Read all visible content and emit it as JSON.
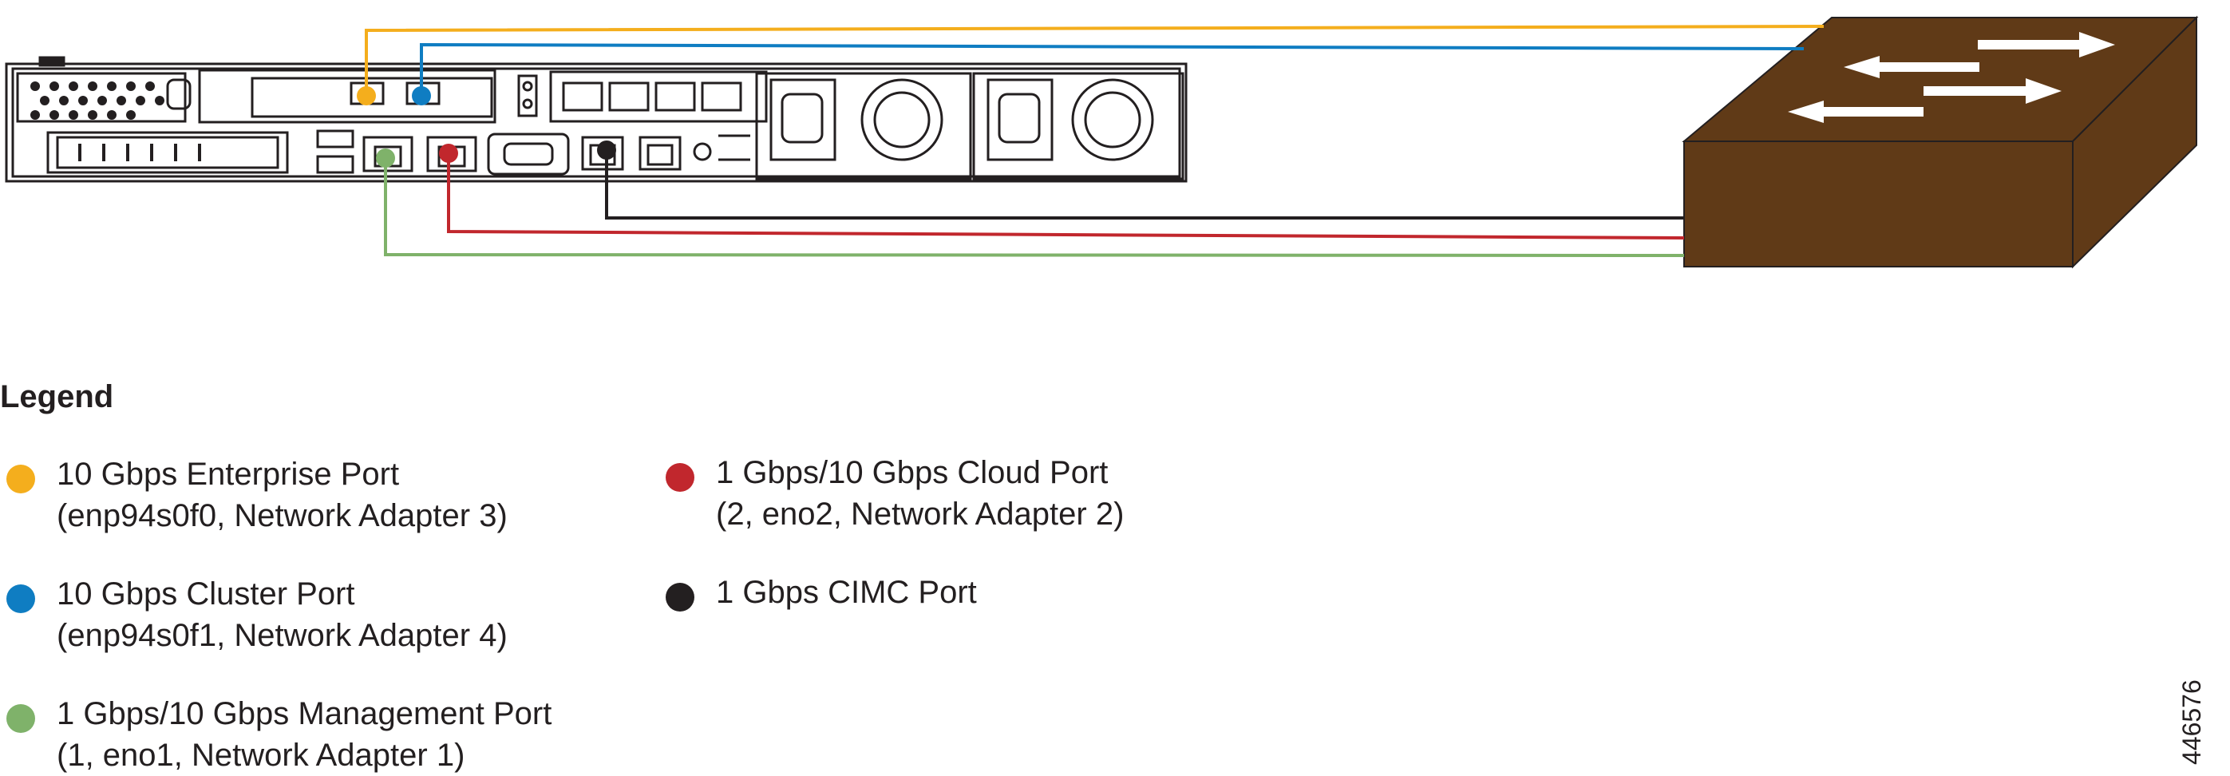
{
  "legend": {
    "title": "Legend",
    "items": [
      {
        "id": "enterprise",
        "color": "#f4ae1d",
        "line1": "10 Gbps Enterprise Port",
        "line2": "(enp94s0f0, Network Adapter 3)"
      },
      {
        "id": "cluster",
        "color": "#0f7dc2",
        "line1": "10 Gbps Cluster Port",
        "line2": "(enp94s0f1, Network Adapter 4)"
      },
      {
        "id": "management",
        "color": "#7fb26a",
        "line1": "1 Gbps/10 Gbps Management Port",
        "line2": "(1, eno1, Network Adapter 1)"
      },
      {
        "id": "cloud",
        "color": "#c1272d",
        "line1": "1 Gbps/10 Gbps Cloud Port",
        "line2": "(2, eno2, Network Adapter 2)"
      },
      {
        "id": "cimc",
        "color": "#231f20",
        "line1": "1 Gbps CIMC Port",
        "line2": ""
      }
    ]
  },
  "figure_id": "446576",
  "switch_color": "#603a17"
}
